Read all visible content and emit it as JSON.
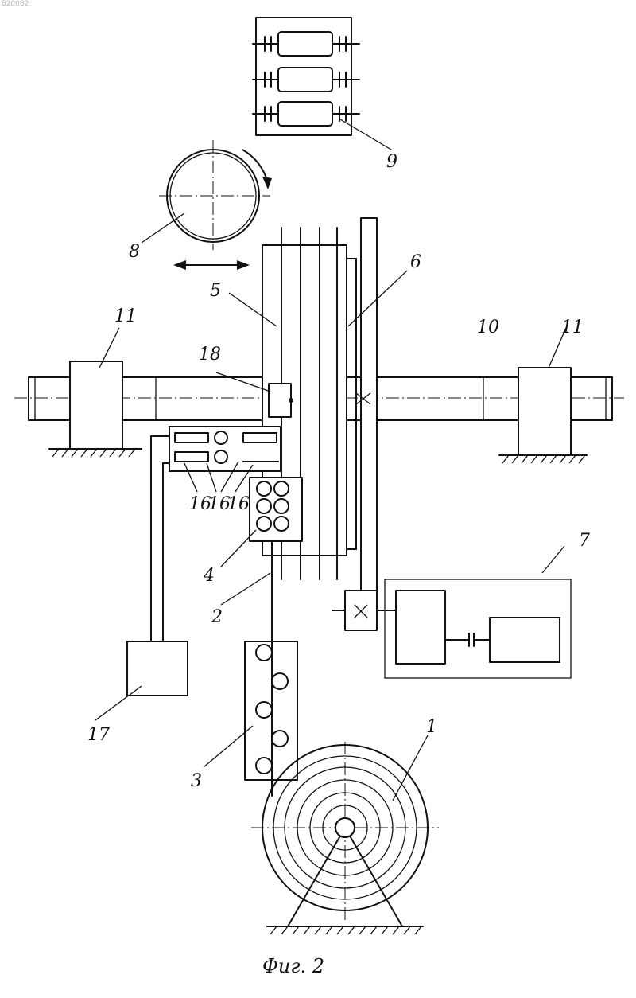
{
  "document": {
    "header_number": "820082",
    "caption": "Фиг. 2",
    "labels": {
      "l1": "1",
      "l2": "2",
      "l3": "3",
      "l4": "4",
      "l5": "5",
      "l6": "6",
      "l7": "7",
      "l8": "8",
      "l9": "9",
      "l10": "10",
      "l11a": "11",
      "l11b": "11",
      "l16a": "16",
      "l16b": "16",
      "l16c": "16",
      "l17": "17",
      "l18": "18"
    }
  }
}
